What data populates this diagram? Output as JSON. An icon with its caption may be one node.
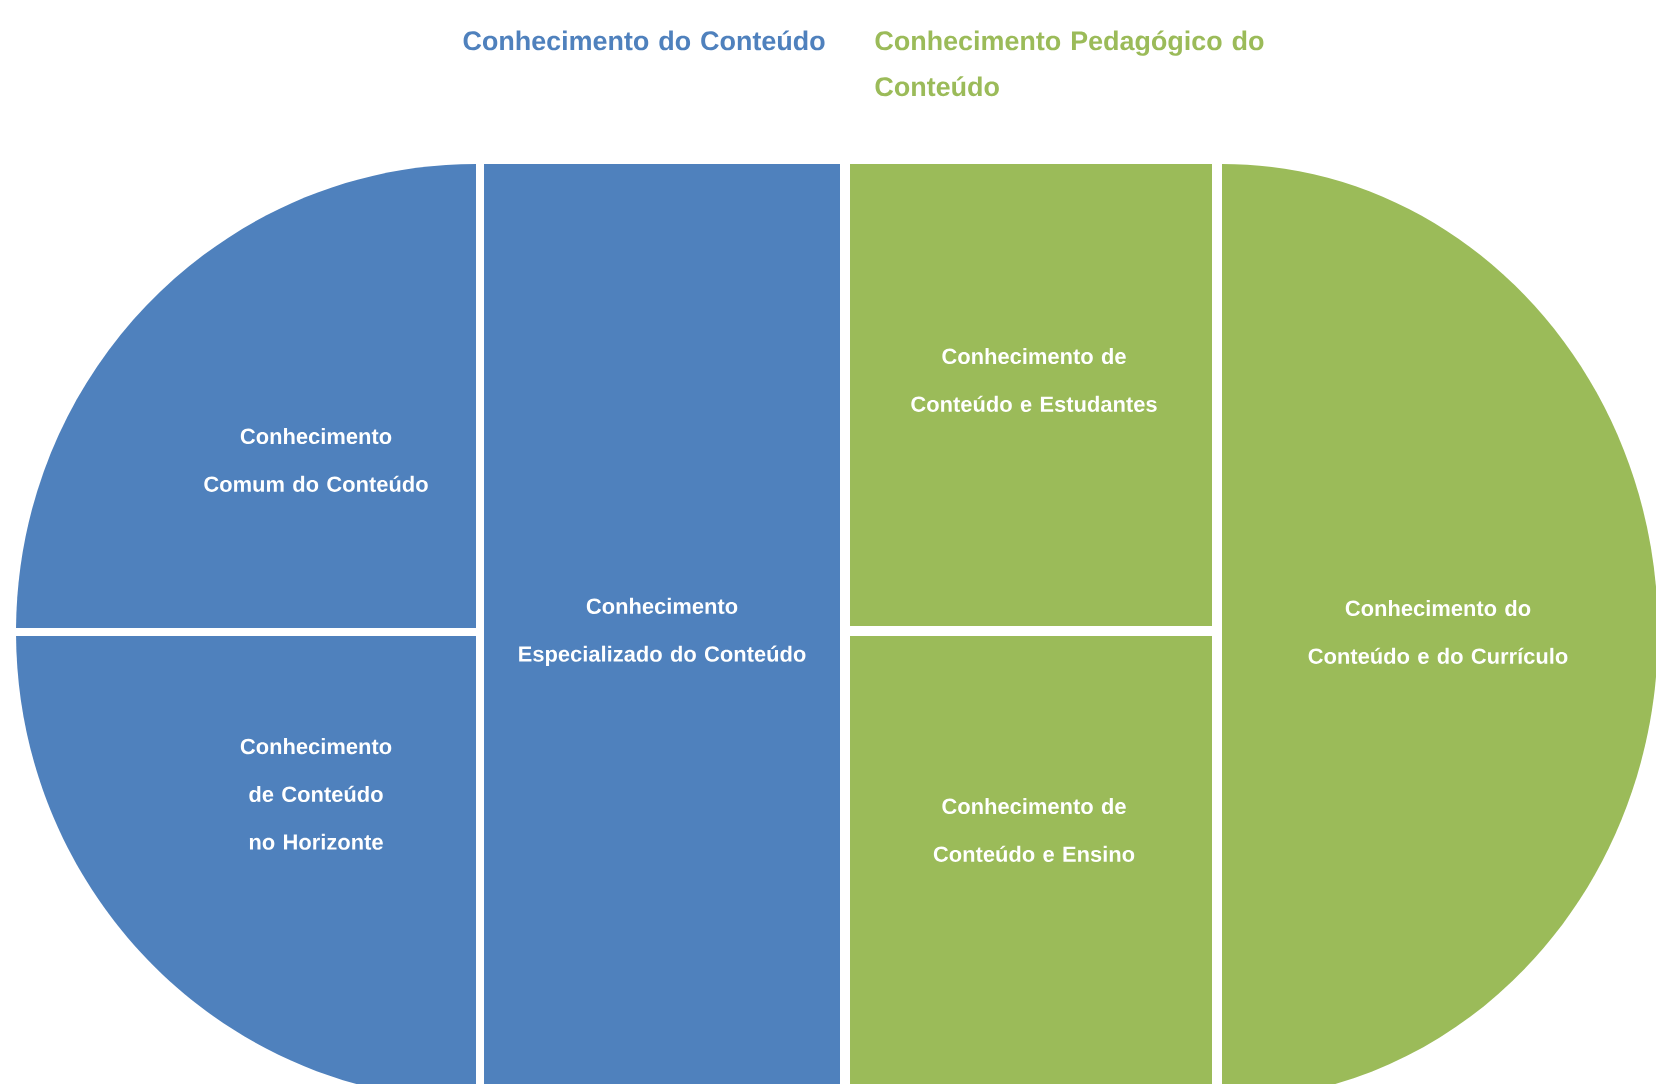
{
  "diagram": {
    "nodes": [
      {
        "text": [
          "Conhecimento Comum do Conteúdo"
        ]
      },
      {
        "text": [
          "Conhecimento de Conteúdo no Horizonte"
        ]
      },
      {
        "text": [
          "Conhecimento Especializado do Conteúdo"
        ]
      },
      {
        "text": [
          "Conhecimento de Conteúdo e Estudantes"
        ]
      },
      {
        "text": [
          "Conhecimento de Conteúdo e Ensino"
        ]
      },
      {
        "text": [
          "Conhecimento do Conteúdo e do Currículo"
        ]
      }
    ],
    "labels": [
      "Conhecimento do Conteúdo",
      "Conhecimento Pedagógico do Conteúdo"
    ]
  }
}
